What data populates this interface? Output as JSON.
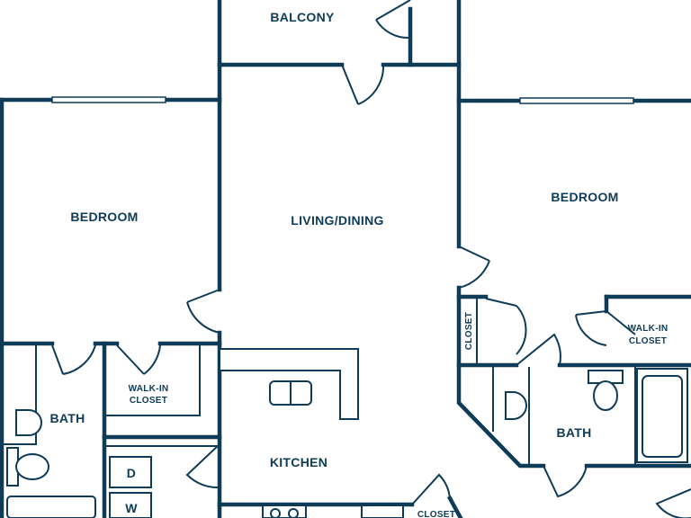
{
  "rooms": {
    "balcony": "BALCONY",
    "bedroom_left": "BEDROOM",
    "living_dining": "LIVING/DINING",
    "bedroom_right": "BEDROOM",
    "closet_right": "CLOSET",
    "walkin_right_line1": "WALK-IN",
    "walkin_right_line2": "CLOSET",
    "walkin_left_line1": "WALK-IN",
    "walkin_left_line2": "CLOSET",
    "bath_left": "BATH",
    "bath_right": "BATH",
    "kitchen": "KITCHEN",
    "closet_bottom": "CLOSET",
    "dryer": "D",
    "washer": "W"
  },
  "colors": {
    "wall": "#0e3b57",
    "background": "#ffffff"
  }
}
